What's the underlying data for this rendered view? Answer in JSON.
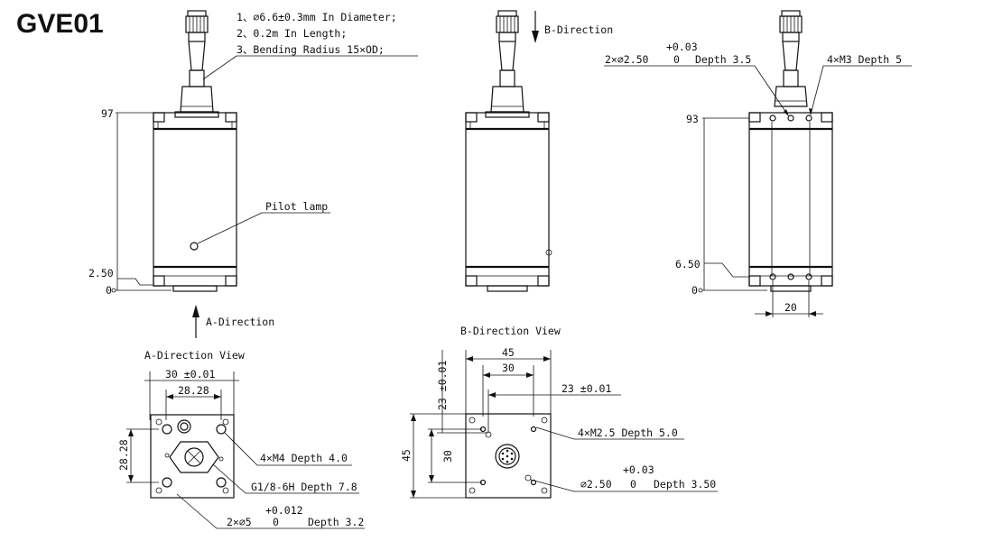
{
  "title": "GVE01",
  "cable_notes": [
    "1、∅6.6±0.3mm In Diameter;",
    "2、0.2m In Length;",
    "3、Bending Radius 15×OD;"
  ],
  "front_view": {
    "pilot_lamp": "Pilot lamp",
    "dim_top": "97",
    "dim_low": "2.50",
    "dim_zero": "0"
  },
  "direction_arrows": {
    "a": "A-Direction",
    "b": "B-Direction"
  },
  "right_view": {
    "hole_tol": "+0.03",
    "hole_zero": "0",
    "hole_spec": "2×∅2.50",
    "hole_depth": "Depth 3.5",
    "thread_spec": "4×M3 Depth 5",
    "dim_top": "93",
    "dim_low": "6.50",
    "dim_zero": "0",
    "dim_width": "20"
  },
  "a_view": {
    "title": "A-Direction View",
    "dim_30": "30 ±0.01",
    "dim_2828_h": "28.28",
    "dim_2828_v": "28.28",
    "m4": "4×M4 Depth 4.0",
    "g18": "G1/8-6H Depth 7.8",
    "tol": "+0.012",
    "zero": "0",
    "pin_spec": "2×∅5",
    "pin_depth": "Depth 3.2"
  },
  "b_view": {
    "title": "B-Direction View",
    "dim_45_h": "45",
    "dim_30_h": "30",
    "dim_23_h": "23 ±0.01",
    "dim_23_v": "23 ±0.01",
    "dim_45_v": "45",
    "dim_30_v": "30",
    "m25": "4×M2.5 Depth 5.0",
    "tol": "+0.03",
    "zero": "0",
    "pin_spec": "∅2.50",
    "pin_depth": "Depth 3.50"
  }
}
